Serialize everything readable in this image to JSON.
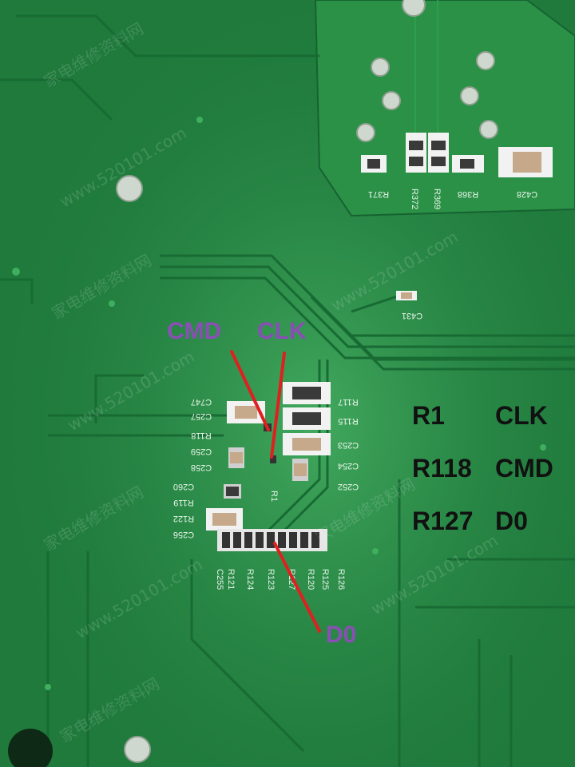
{
  "silkscreen": {
    "r371": "R371",
    "r372": "R372",
    "r369": "R369",
    "r368": "R368",
    "c428": "C428",
    "c431": "C431",
    "c747": "C747",
    "c257": "C257",
    "r118": "R118",
    "c259": "C259",
    "c258": "C258",
    "c260": "C260",
    "r119": "R119",
    "r122": "R122",
    "c256": "C256",
    "r117": "R117",
    "r115": "R115",
    "c253": "C253",
    "c254": "C254",
    "c252": "C252",
    "r1": "R1",
    "c255": "C255",
    "r121": "R121",
    "r124": "R124",
    "r123": "R123",
    "r127": "R127",
    "r120": "R120",
    "r125": "R125",
    "r126": "R126"
  },
  "callouts": {
    "cmd": "CMD",
    "clk": "CLK",
    "d0": "D0"
  },
  "legend": [
    {
      "ref": "R1",
      "signal": "CLK"
    },
    {
      "ref": "R118",
      "signal": "CMD"
    },
    {
      "ref": "R127",
      "signal": "D0"
    }
  ],
  "watermark": {
    "site": "www.520101.com",
    "cn": "家电维修资料网"
  },
  "colors": {
    "board": "#1f7a3c",
    "callout": "#8a4fb5",
    "pointer": "#e02020",
    "legend": "#111111"
  }
}
